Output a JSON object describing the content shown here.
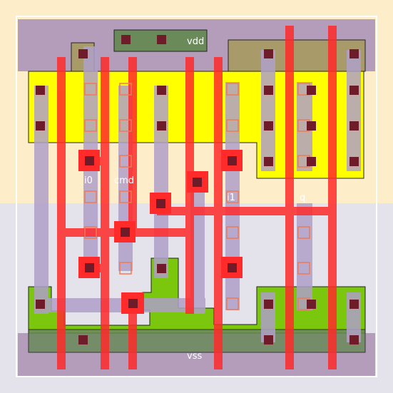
{
  "cell": {
    "labels": {
      "vdd": "vdd",
      "vss": "vss",
      "i0": "i0",
      "cmd": "cmd",
      "i1": "i1",
      "q": "q"
    }
  },
  "colors": {
    "nwell_region": "#fdeec9",
    "pwell_region": "#e4e2ea",
    "outline": "#ffffff",
    "rail_metal": "#b39dba",
    "p_diffusion": "#ffff00",
    "n_diffusion": "#7ac70d",
    "poly_vertical": "#ff2a2a",
    "metal1_vertical": "#b0a0c8",
    "contact": "#6e1b2a",
    "via_frame": "#f07a55",
    "label_text": "#ffffff"
  }
}
